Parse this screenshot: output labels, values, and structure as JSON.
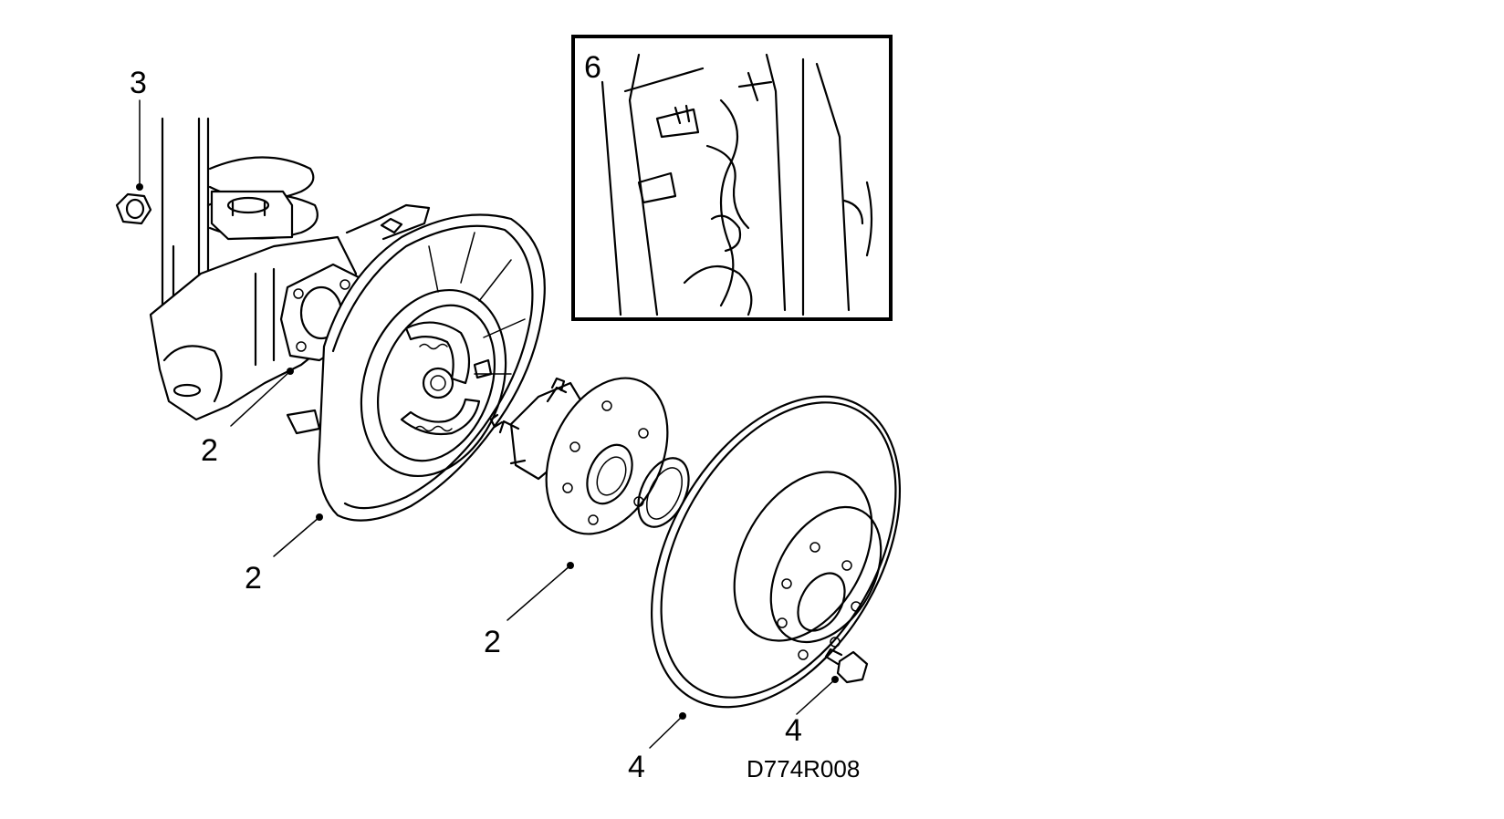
{
  "callouts": {
    "nut": "3",
    "knuckle": "2",
    "backplate": "2",
    "hub": "2",
    "disc": "4",
    "bolt": "4",
    "inset": "6"
  },
  "figure_code": "D774R008"
}
